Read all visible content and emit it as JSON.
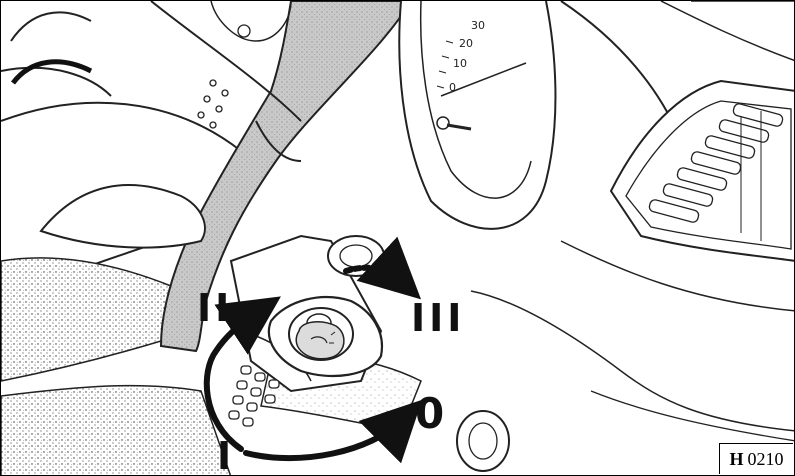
{
  "figure": {
    "labels": {
      "position_II": "II",
      "position_III": "III",
      "position_0": "0",
      "position_I": "I"
    },
    "code": {
      "prefix": "H",
      "number": "0210"
    },
    "speedometer_ticks": [
      "30",
      "20",
      "10",
      "0"
    ]
  }
}
